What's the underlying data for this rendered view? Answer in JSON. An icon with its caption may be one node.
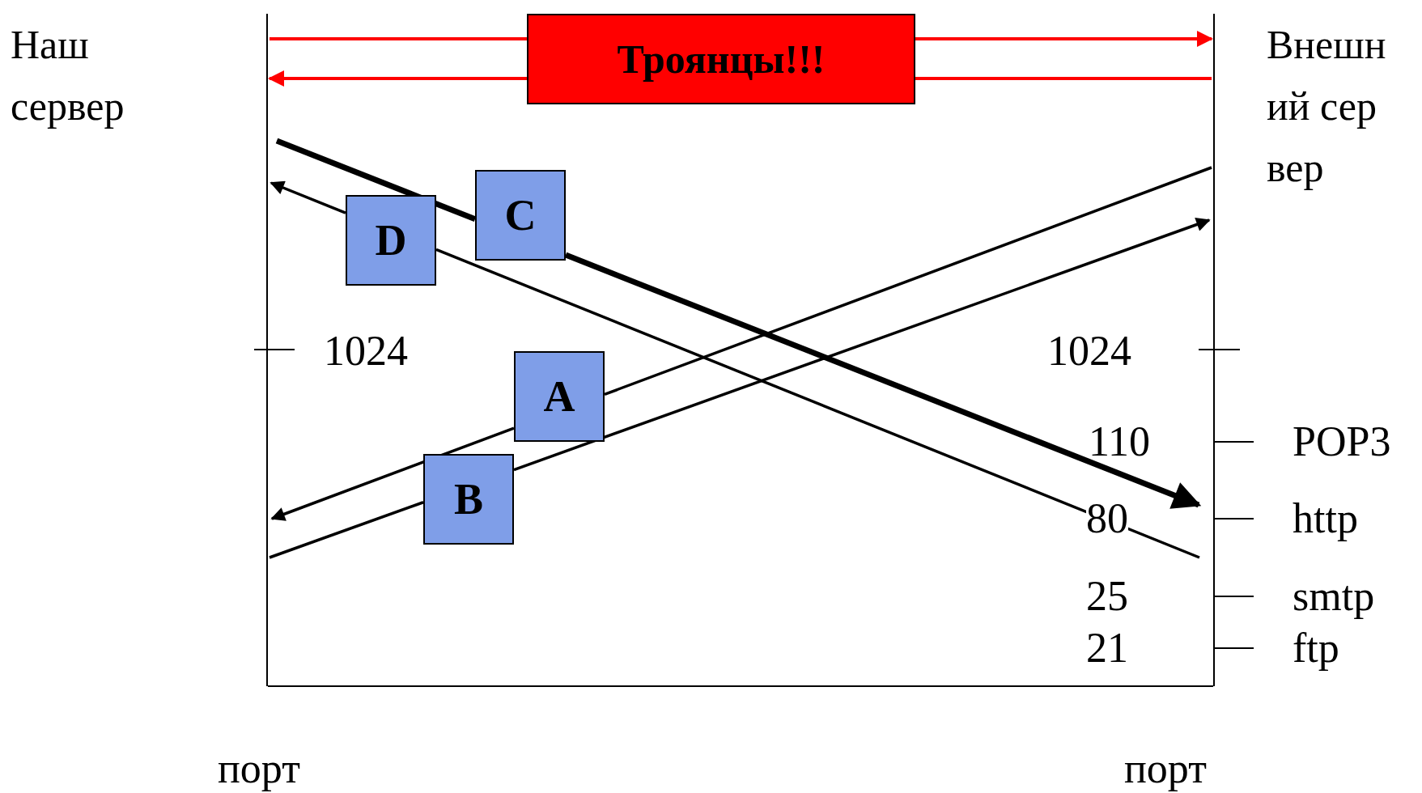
{
  "diagram": {
    "nodes": [
      {
        "text": [
          "Наш сервер"
        ]
      },
      {
        "text": [
          "Внешний сервер"
        ]
      },
      {
        "text": [
          "Троянцы!!!"
        ]
      },
      {
        "text": [
          "C"
        ]
      },
      {
        "text": [
          "D"
        ]
      },
      {
        "text": [
          "A"
        ]
      },
      {
        "text": [
          "B"
        ]
      }
    ],
    "edges": [
      {
        "from": 0,
        "to": 2,
        "arrow": "none",
        "color": "#ff0000"
      },
      {
        "from": 2,
        "to": 1,
        "arrow": "to",
        "color": "#ff0000"
      },
      {
        "from": 1,
        "to": 2,
        "arrow": "none",
        "color": "#ff0000"
      },
      {
        "from": 2,
        "to": 0,
        "arrow": "to",
        "color": "#ff0000"
      },
      {
        "from": 0,
        "to": 3,
        "arrow": "none",
        "style": "thick"
      },
      {
        "from": 3,
        "to": 1,
        "arrow": "to",
        "style": "thick"
      },
      {
        "from": 1,
        "to": 4,
        "arrow": "none"
      },
      {
        "from": 4,
        "to": 0,
        "arrow": "to"
      },
      {
        "from": 1,
        "to": 5,
        "arrow": "none"
      },
      {
        "from": 5,
        "to": 0,
        "arrow": "to"
      },
      {
        "from": 0,
        "to": 6,
        "arrow": "none"
      },
      {
        "from": 6,
        "to": 1,
        "arrow": "to"
      }
    ],
    "labels": [
      "1024",
      "1024",
      "110",
      "POP3",
      "80",
      "http",
      "25",
      "smtp",
      "21",
      "ftp",
      "порт",
      "порт"
    ]
  }
}
